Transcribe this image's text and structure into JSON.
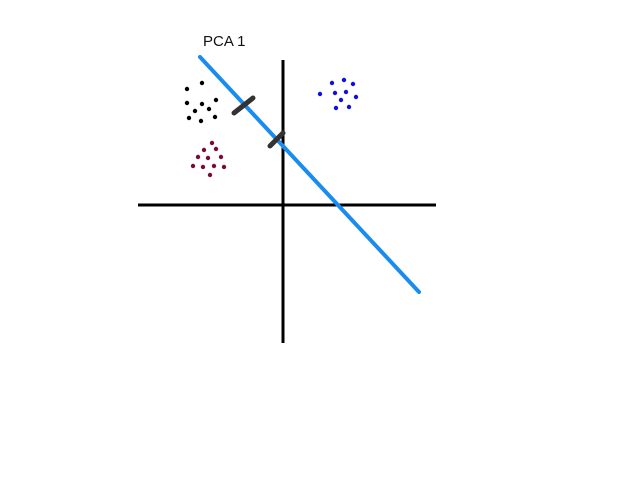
{
  "diagram": {
    "label": "PCA 1",
    "colors": {
      "background": "#ffffff",
      "axes": "#000000",
      "pca_line": "#1a8cf0",
      "projection_marks": "#333333",
      "cluster_black": "#000000",
      "cluster_blue": "#1010d8",
      "cluster_maroon": "#7a0a3a"
    },
    "clusters": [
      {
        "name": "black-cluster",
        "color_key": "cluster_black",
        "point_count": 10
      },
      {
        "name": "blue-cluster",
        "color_key": "cluster_blue",
        "point_count": 10
      },
      {
        "name": "maroon-cluster",
        "color_key": "cluster_maroon",
        "point_count": 11
      }
    ]
  }
}
